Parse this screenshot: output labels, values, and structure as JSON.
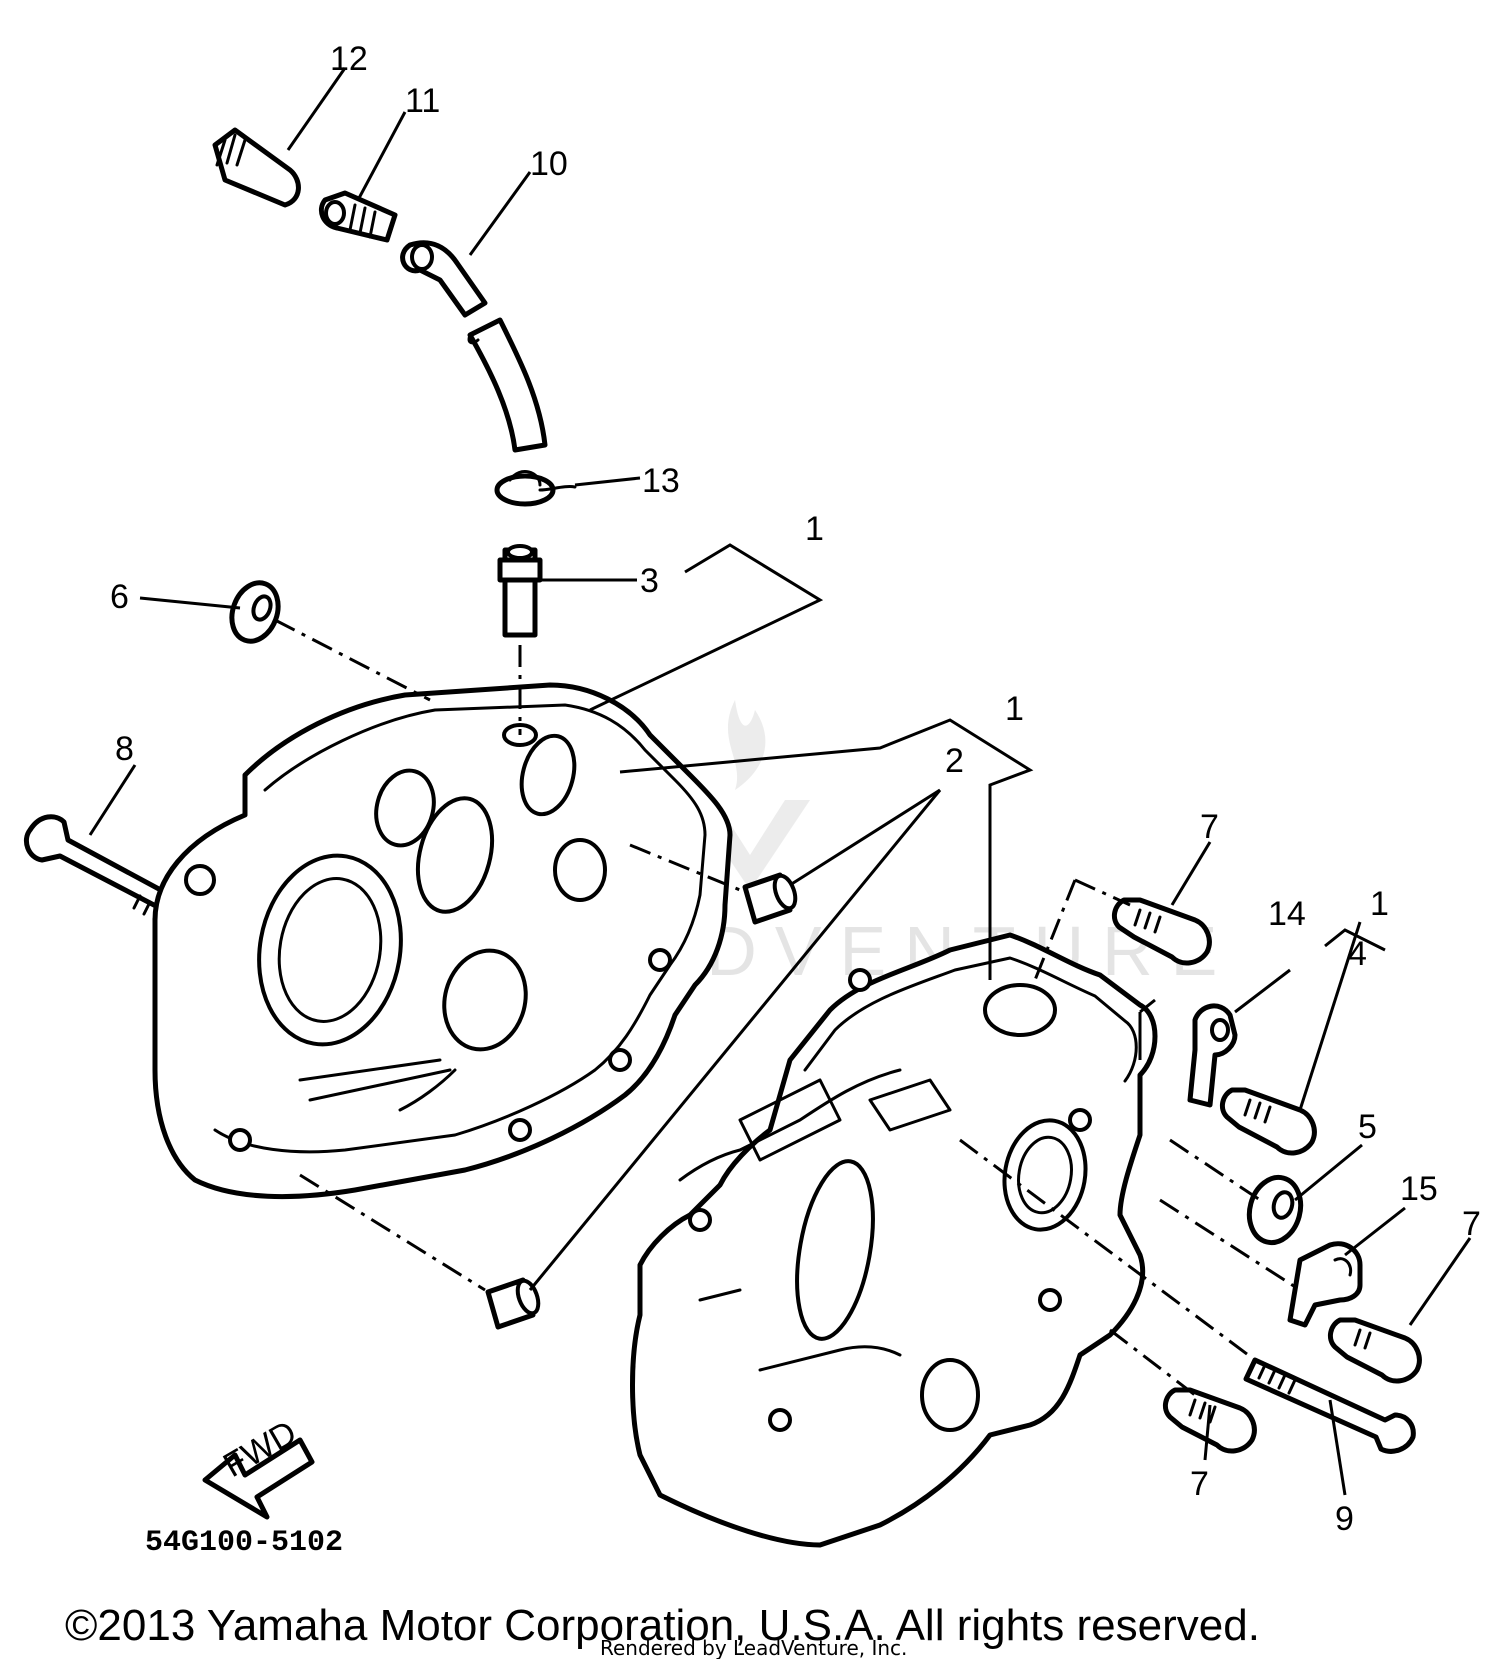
{
  "diagram": {
    "callouts": {
      "c12": "12",
      "c11": "11",
      "c10": "10",
      "c13": "13",
      "c3": "3",
      "c1a": "1",
      "c6": "6",
      "c1b": "1",
      "c8": "8",
      "c2": "2",
      "c7a": "7",
      "c14": "14",
      "c1c": "1",
      "c4": "4",
      "c5": "5",
      "c15": "15",
      "c7b": "7",
      "c7c": "7",
      "c9": "9"
    },
    "fwd_label": "FWD",
    "figure_code": "54G100-5102"
  },
  "watermark": "LEADVENTURE",
  "footer": {
    "copyright": "©2013 Yamaha Motor Corporation, U.S.A. All rights reserved.",
    "rendered_by": "Rendered by LeadVenture, Inc."
  }
}
